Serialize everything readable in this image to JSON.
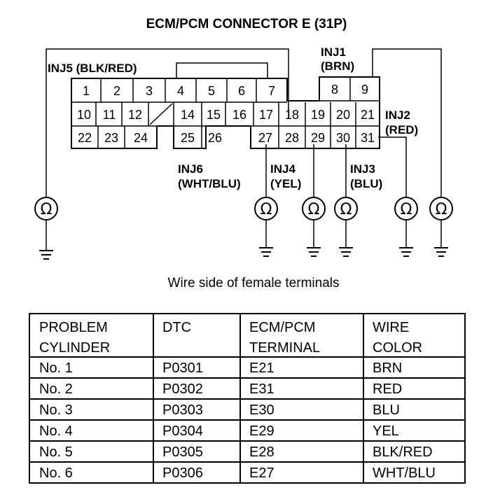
{
  "title": "ECM/PCM CONNECTOR E (31P)",
  "subtitle": "Wire side of female terminals",
  "labels": {
    "inj5": "INJ5 (BLK/RED)",
    "inj1_name": "INJ1",
    "inj1_color": "(BRN)",
    "inj2_name": "INJ2",
    "inj2_color": "(RED)",
    "inj6_name": "INJ6",
    "inj6_color": "(WHT/BLU)",
    "inj4_name": "INJ4",
    "inj4_color": "(YEL)",
    "inj3_name": "INJ3",
    "inj3_color": "(BLU)"
  },
  "pins": [
    "1",
    "2",
    "3",
    "4",
    "5",
    "6",
    "7",
    "8",
    "9",
    "10",
    "11",
    "12",
    "14",
    "15",
    "16",
    "17",
    "18",
    "19",
    "20",
    "21",
    "22",
    "23",
    "24",
    "25",
    "26",
    "27",
    "28",
    "29",
    "30",
    "31"
  ],
  "ohm_symbol": "Ω",
  "table": {
    "headers": [
      [
        "PROBLEM",
        "CYLINDER"
      ],
      [
        "DTC",
        ""
      ],
      [
        "ECM/PCM",
        "TERMINAL"
      ],
      [
        "WIRE",
        "COLOR"
      ]
    ],
    "rows": [
      [
        "No. 1",
        "P0301",
        "E21",
        "BRN"
      ],
      [
        "No. 2",
        "P0302",
        "E31",
        "RED"
      ],
      [
        "No. 3",
        "P0303",
        "E30",
        "BLU"
      ],
      [
        "No. 4",
        "P0304",
        "E29",
        "YEL"
      ],
      [
        "No. 5",
        "P0305",
        "E28",
        "BLK/RED"
      ],
      [
        "No. 6",
        "P0306",
        "E27",
        "WHT/BLU"
      ]
    ]
  }
}
